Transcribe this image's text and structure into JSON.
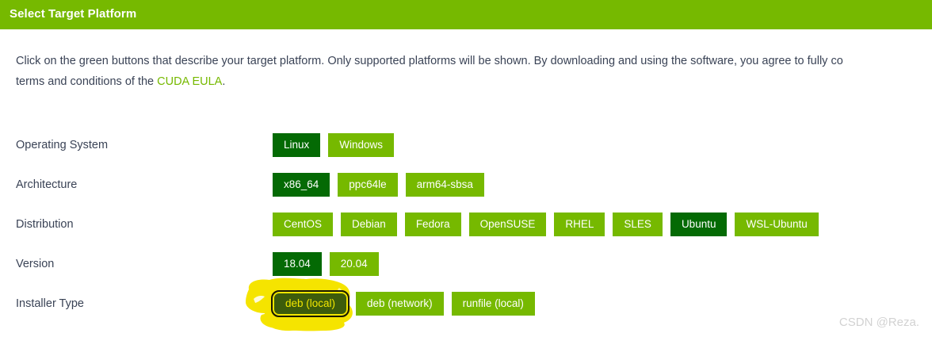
{
  "header": {
    "title": "Select Target Platform",
    "bar_color": "#76b900",
    "title_color": "#ffffff"
  },
  "intro": {
    "line1": "Click on the green buttons that describe your target platform. Only supported platforms will be shown. By downloading and using the software, you agree to fully co",
    "line2_before": "terms and conditions of the ",
    "link_text": "CUDA EULA",
    "line2_after": ".",
    "link_color": "#76b900"
  },
  "colors": {
    "unselected": "#76b900",
    "selected": "#046a04",
    "focus_border": "#f2e600",
    "focus_fill": "#3d5c0b",
    "highlighter": "#f5e400",
    "text": "#3a4356"
  },
  "rows": [
    {
      "key": "operating_system",
      "label": "Operating System",
      "options": [
        {
          "label": "Linux",
          "selected": true,
          "focused": false
        },
        {
          "label": "Windows",
          "selected": false,
          "focused": false
        }
      ]
    },
    {
      "key": "architecture",
      "label": "Architecture",
      "options": [
        {
          "label": "x86_64",
          "selected": true,
          "focused": false
        },
        {
          "label": "ppc64le",
          "selected": false,
          "focused": false
        },
        {
          "label": "arm64-sbsa",
          "selected": false,
          "focused": false
        }
      ]
    },
    {
      "key": "distribution",
      "label": "Distribution",
      "options": [
        {
          "label": "CentOS",
          "selected": false,
          "focused": false
        },
        {
          "label": "Debian",
          "selected": false,
          "focused": false
        },
        {
          "label": "Fedora",
          "selected": false,
          "focused": false
        },
        {
          "label": "OpenSUSE",
          "selected": false,
          "focused": false
        },
        {
          "label": "RHEL",
          "selected": false,
          "focused": false
        },
        {
          "label": "SLES",
          "selected": false,
          "focused": false
        },
        {
          "label": "Ubuntu",
          "selected": true,
          "focused": false
        },
        {
          "label": "WSL-Ubuntu",
          "selected": false,
          "focused": false
        }
      ]
    },
    {
      "key": "version",
      "label": "Version",
      "options": [
        {
          "label": "18.04",
          "selected": true,
          "focused": false
        },
        {
          "label": "20.04",
          "selected": false,
          "focused": false
        }
      ]
    },
    {
      "key": "installer_type",
      "label": "Installer Type",
      "options": [
        {
          "label": "deb (local)",
          "selected": true,
          "focused": true
        },
        {
          "label": "deb (network)",
          "selected": false,
          "focused": false
        },
        {
          "label": "runfile (local)",
          "selected": false,
          "focused": false
        }
      ]
    }
  ],
  "annotation": {
    "type": "highlighter-scribble",
    "color": "#f5e400",
    "target": "deb (local)"
  },
  "watermark": {
    "text": "CSDN @Reza."
  }
}
